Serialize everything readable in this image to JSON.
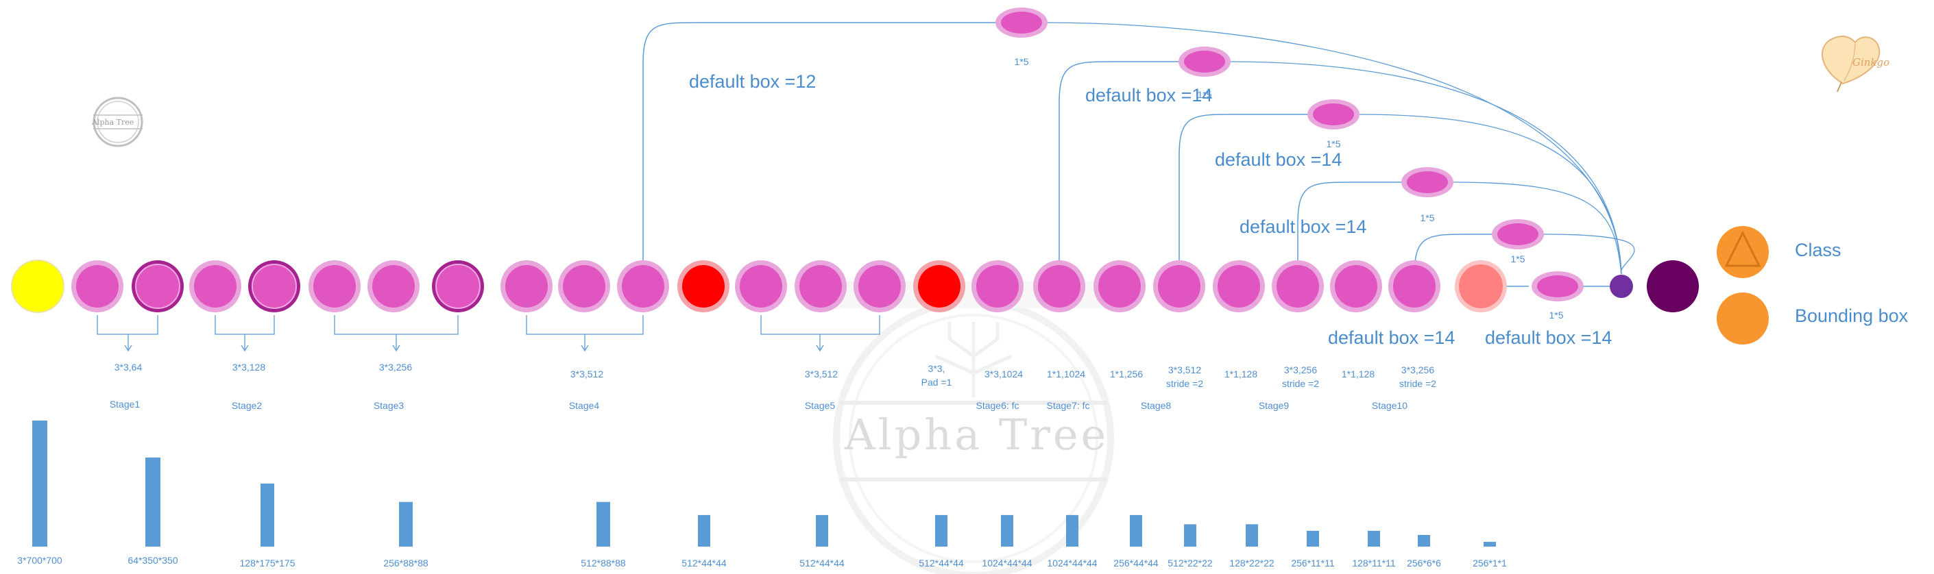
{
  "watermark": {
    "text": "Alpha Tree",
    "logo_text": "Alpha Tree",
    "ginkgo_text": "Ginkgo"
  },
  "heads": {
    "box_size_label": "1*5",
    "default_box_labels": [
      "default box =12",
      "default box =14",
      "default box =14",
      "default box =14",
      "default box =14",
      "default box =14"
    ]
  },
  "conv_params": [
    [
      "3*3,64"
    ],
    [
      "3*3,128"
    ],
    [
      "3*3,256"
    ],
    [
      "3*3,512"
    ],
    [
      "3*3,512"
    ],
    [
      "3*3,",
      "Pad =1"
    ],
    [
      "3*3,1024"
    ],
    [
      "1*1,1024"
    ],
    [
      "1*1,256"
    ],
    [
      "3*3,512",
      "stride =2"
    ],
    [
      "1*1,128"
    ],
    [
      "3*3,256",
      "stride =2"
    ],
    [
      "1*1,128"
    ],
    [
      "3*3,256",
      "stride =2"
    ]
  ],
  "stages": [
    "Stage1",
    "Stage2",
    "Stage3",
    "Stage4",
    "Stage5",
    "Stage6:  fc",
    "Stage7:  fc",
    "Stage8",
    "Stage9",
    "Stage10"
  ],
  "feature_maps": {
    "labels": [
      "3*700*700",
      "64*350*350",
      "128*175*175",
      "256*88*88",
      "512*88*88",
      "512*44*44",
      "512*44*44",
      "512*44*44",
      "1024*44*44",
      "1024*44*44",
      "256*44*44",
      "512*22*22",
      "128*22*22",
      "256*11*11",
      "128*11*11",
      "256*6*6",
      "256*1*1"
    ],
    "relative_size": [
      700,
      350,
      175,
      88,
      88,
      44,
      44,
      44,
      44,
      44,
      44,
      22,
      22,
      11,
      11,
      6,
      1
    ]
  },
  "legend": {
    "class_label": "Class",
    "bbox_label": "Bounding box"
  },
  "colors": {
    "line": "#5b9bd5",
    "conv_fill": "#e055c0",
    "conv_ring": "#e8a6dc",
    "pool_ring": "#a5238f",
    "red_fill": "#ff0000",
    "red_ring": "#f2a2a8",
    "salmon": "#ff8080",
    "purple": "#7030a0",
    "dark_purple": "#680060",
    "input": "#ffff00",
    "orange": "#f7962f",
    "bar": "#5b9bd5"
  }
}
